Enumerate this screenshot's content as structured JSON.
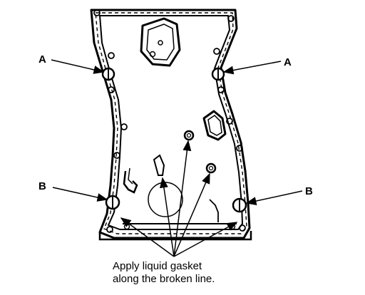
{
  "callouts": {
    "a_left": "A",
    "a_right": "A",
    "b_left": "B",
    "b_right": "B"
  },
  "caption": {
    "line1": "Apply liquid gasket",
    "line2": "along the broken line."
  },
  "colors": {
    "ink": "#000000",
    "background": "#ffffff"
  }
}
